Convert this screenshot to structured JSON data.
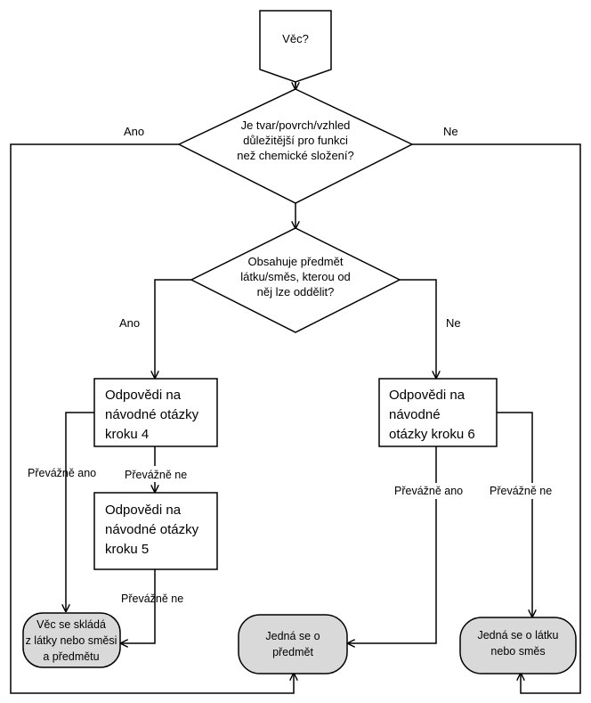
{
  "start": {
    "text": "Věc?"
  },
  "decision1": {
    "lines": [
      "Je tvar/povrch/vzhled",
      "důležitější pro funkci",
      "než chemické složení?"
    ],
    "yes_label": "Ano",
    "no_label": "Ne"
  },
  "decision2": {
    "lines": [
      "Obsahuje předmět",
      "látku/směs, kterou od",
      "něj lze oddělit?"
    ],
    "yes_label": "Ano",
    "no_label": "Ne"
  },
  "box4": {
    "lines": [
      "Odpovědi na",
      "návodné otázky",
      "kroku 4"
    ]
  },
  "box5": {
    "lines": [
      "Odpovědi na",
      "návodné otázky",
      "kroku 5"
    ]
  },
  "box6": {
    "lines": [
      "Odpovědi na",
      "návodné",
      "otázky kroku 6"
    ]
  },
  "labels": {
    "box4_mostly_yes": "Převážně ano",
    "box4_mostly_no": "Převážně ne",
    "box5_mostly_no": "Převážně ne",
    "box6_mostly_yes": "Převážně ano",
    "box6_mostly_no": "Převážně ne"
  },
  "outcomes": {
    "mixed": {
      "lines": [
        "Věc se skládá",
        "z látky nebo směsi",
        "a předmětu"
      ]
    },
    "article": {
      "lines": [
        "Jedná se o",
        "předmět"
      ]
    },
    "substance": {
      "lines": [
        "Jedná se o látku",
        "nebo směs"
      ]
    }
  }
}
